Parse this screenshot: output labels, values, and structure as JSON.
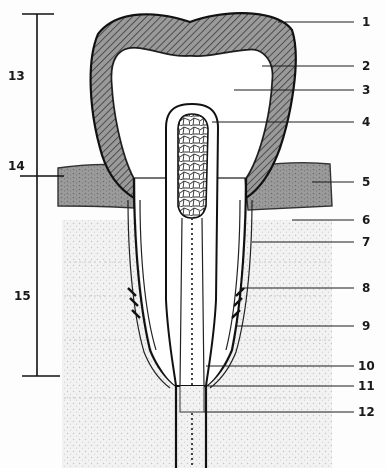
{
  "diagram": {
    "part_labels": [
      "1",
      "2",
      "3",
      "4",
      "5",
      "6",
      "7",
      "8",
      "9",
      "10",
      "11",
      "12"
    ],
    "region_labels": [
      "13",
      "14",
      "15"
    ]
  }
}
